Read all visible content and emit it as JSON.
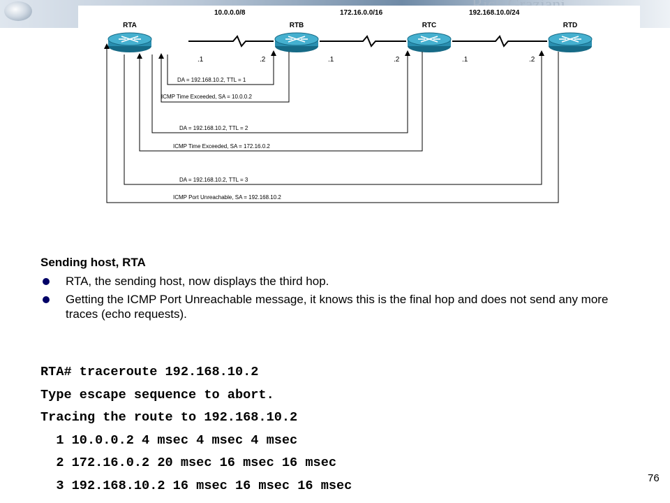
{
  "banner": {
    "author": "Rick Graziani"
  },
  "diagram": {
    "networks": [
      "10.0.0.0/8",
      "172.16.0.0/16",
      "192.168.10.0/24"
    ],
    "routers": [
      "RTA",
      "RTB",
      "RTC",
      "RTD"
    ],
    "interfaces": [
      ".1",
      ".2",
      ".1",
      ".2",
      ".1",
      ".2"
    ],
    "traces": [
      "DA = 192.168.10.2,   TTL = 1",
      "ICMP Time Exceeded, SA =  10.0.0.2",
      "DA = 192.168.10.2,   TTL = 2",
      "ICMP Time Exceeded, SA =  172.16.0.2",
      "DA = 192.168.10.2,   TTL = 3",
      "ICMP Port Unreachable, SA =  192.168.10.2"
    ],
    "icons": {
      "router": "router-icon",
      "serial_link": "serial-link-icon"
    }
  },
  "content": {
    "heading": "Sending host, RTA",
    "bullets": [
      "RTA, the sending host, now displays the third hop.",
      "Getting the ICMP Port Unreachable message, it knows this is the final hop and does not send any more traces (echo requests)."
    ]
  },
  "cli": [
    "RTA# traceroute 192.168.10.2",
    "Type escape sequence to abort.",
    "Tracing the route to 192.168.10.2",
    "  1 10.0.0.2 4 msec 4 msec 4 msec",
    "  2 172.16.0.2 20 msec 16 msec 16 msec",
    "  3 192.168.10.2 16 msec 16 msec 16 msec"
  ],
  "page_number": "76",
  "colors": {
    "router_fill": "#2a8fb0",
    "router_dark": "#166a86",
    "bullet": "#000066"
  }
}
